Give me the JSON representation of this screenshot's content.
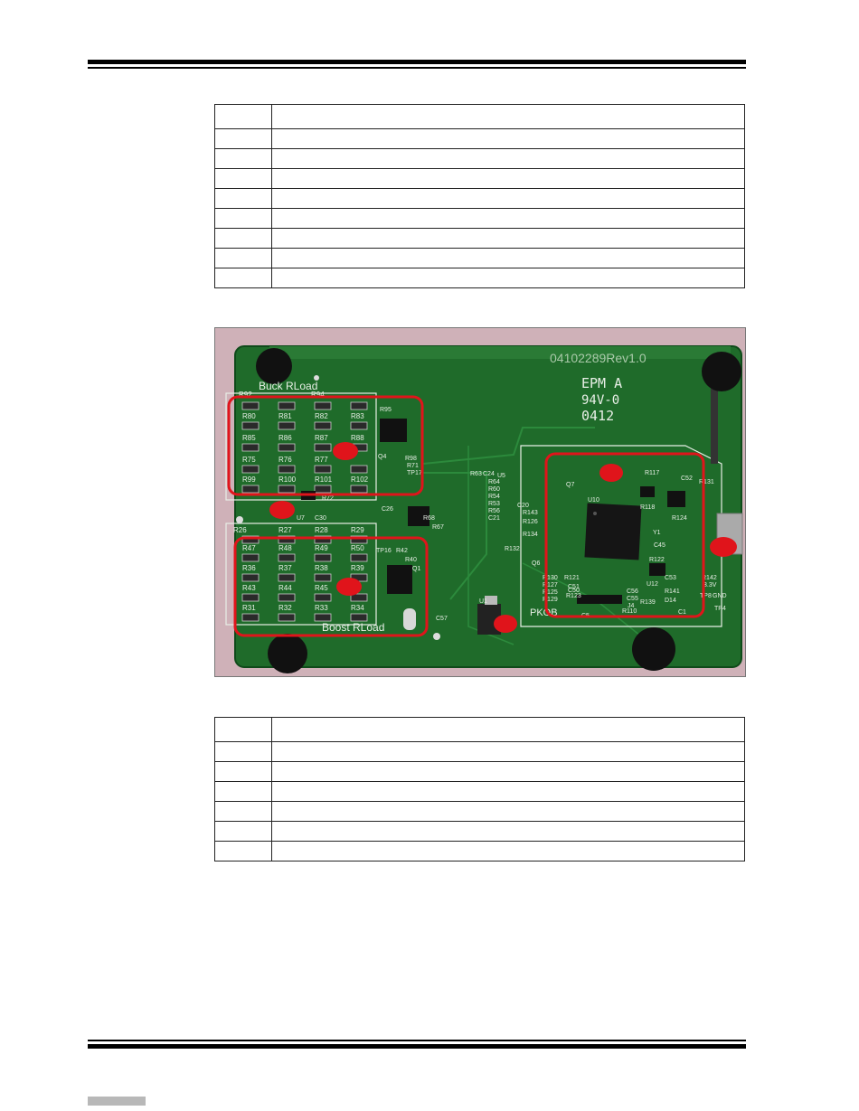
{
  "top_table": {
    "header": [
      "",
      ""
    ],
    "rows": [
      [
        "",
        ""
      ],
      [
        "",
        ""
      ],
      [
        "",
        ""
      ],
      [
        "",
        ""
      ],
      [
        "",
        ""
      ],
      [
        "",
        ""
      ],
      [
        "",
        ""
      ],
      [
        "",
        ""
      ]
    ]
  },
  "bottom_table": {
    "header": [
      "",
      ""
    ],
    "rows": [
      [
        "",
        ""
      ],
      [
        "",
        ""
      ],
      [
        "",
        ""
      ],
      [
        "",
        ""
      ],
      [
        "",
        ""
      ],
      [
        "",
        ""
      ]
    ]
  },
  "board": {
    "revision": "04102289Rev1.0",
    "marking_1": "EPM A",
    "marking_2": "94V-0",
    "marking_3": "0412",
    "buck_label": "Buck RLoad",
    "boost_label": "Boost RLoad",
    "pkob_label": "PKOB",
    "r_labels_top": [
      "R92",
      "R94"
    ],
    "r_labels_buck": [
      "R80",
      "R81",
      "R82",
      "R83",
      "R85",
      "R86",
      "R87",
      "R88",
      "R75",
      "R76",
      "R77",
      "R99",
      "R100",
      "R101",
      "R102"
    ],
    "r_labels_boost_top": [
      "R26",
      "R27",
      "R28",
      "R29"
    ],
    "r_labels_boost": [
      "R47",
      "R48",
      "R49",
      "R50",
      "R36",
      "R37",
      "R38",
      "R39",
      "R43",
      "R44",
      "R45",
      "R31",
      "R32",
      "R33",
      "R34"
    ],
    "misc_labels": {
      "r95": "R95",
      "q4": "Q4",
      "r98": "R98",
      "r71": "R71",
      "tp17": "TP17",
      "u7": "U7",
      "r72": "R72",
      "c30": "C30",
      "c26": "C26",
      "r68": "R68",
      "r67": "R67",
      "tp16": "TP16",
      "r42": "R42",
      "r40": "R40",
      "q1": "Q1",
      "u1": "U1",
      "c57": "C57",
      "u5": "U5",
      "r63": "R63",
      "c24": "C24",
      "r64": "R64",
      "r60": "R60",
      "r54": "R54",
      "r53": "R53",
      "r56": "R56",
      "c21": "C21",
      "c20": "C20",
      "r143": "R143",
      "r126": "R126",
      "r134": "R134",
      "r132": "R132",
      "q6": "Q6",
      "r117": "R117",
      "r118": "R118",
      "c52": "C52",
      "r131": "R131",
      "r124": "R124",
      "c45": "C45",
      "r122": "R122",
      "c53": "C53",
      "u12": "U12",
      "r141": "R141",
      "d14": "D14",
      "r139": "R139",
      "r110": "R110",
      "c1": "C1",
      "c5": "C5",
      "r142": "R142",
      "v33": "3.3V",
      "tp8": "TP8",
      "gnd": "GND",
      "tp4": "TP4",
      "r130": "R130",
      "r127": "R127",
      "r125": "R125",
      "r129": "R129",
      "c56": "C56",
      "c55": "C55",
      "j4": "J4",
      "r123": "R123",
      "r121": "R121",
      "c51": "C51",
      "c50": "C50",
      "u10": "U10",
      "q7": "Q7",
      "y1": "Y1"
    }
  },
  "colors": {
    "pcb": "#1f6b2a",
    "pcb_dark": "#0f4a1a",
    "silk": "#e8efe6",
    "highlight": "#e0141b",
    "background": "#c9a9b0"
  }
}
